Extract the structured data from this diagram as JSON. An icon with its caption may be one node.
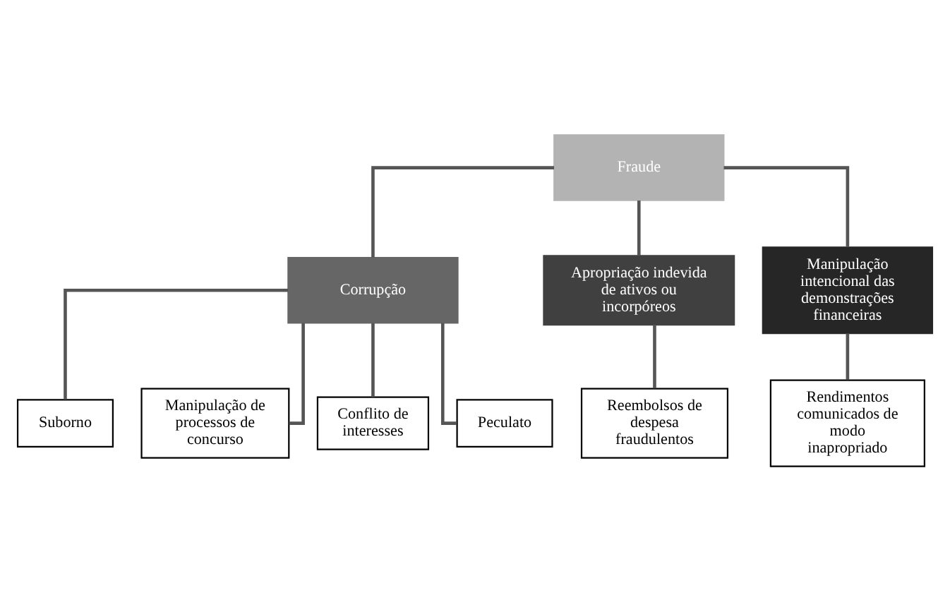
{
  "diagram": {
    "nodes": [
      {
        "text": [
          "Fraude"
        ]
      },
      {
        "text": [
          "Corrupção"
        ]
      },
      {
        "text": [
          "Apropriação indevida de ativos ou incorpóreos"
        ]
      },
      {
        "text": [
          "Manipulação intencional das demonstrações financeiras"
        ]
      },
      {
        "text": [
          "Suborno"
        ]
      },
      {
        "text": [
          "Manipulação de processos de concurso"
        ]
      },
      {
        "text": [
          "Conflito de interesses"
        ]
      },
      {
        "text": [
          "Peculato"
        ]
      },
      {
        "text": [
          "Reembolsos de despesa fraudulentos"
        ]
      },
      {
        "text": [
          "Rendimentos comunicados de modo inapropriado"
        ]
      }
    ],
    "edges": [
      {
        "from": 0,
        "to": 1,
        "arrow": "none"
      },
      {
        "from": 0,
        "to": 2,
        "arrow": "none"
      },
      {
        "from": 0,
        "to": 3,
        "arrow": "none"
      },
      {
        "from": 1,
        "to": 4,
        "arrow": "none"
      },
      {
        "from": 1,
        "to": 5,
        "arrow": "none"
      },
      {
        "from": 1,
        "to": 6,
        "arrow": "none"
      },
      {
        "from": 1,
        "to": 7,
        "arrow": "none"
      },
      {
        "from": 2,
        "to": 8,
        "arrow": "none"
      },
      {
        "from": 3,
        "to": 9,
        "arrow": "none"
      }
    ]
  }
}
